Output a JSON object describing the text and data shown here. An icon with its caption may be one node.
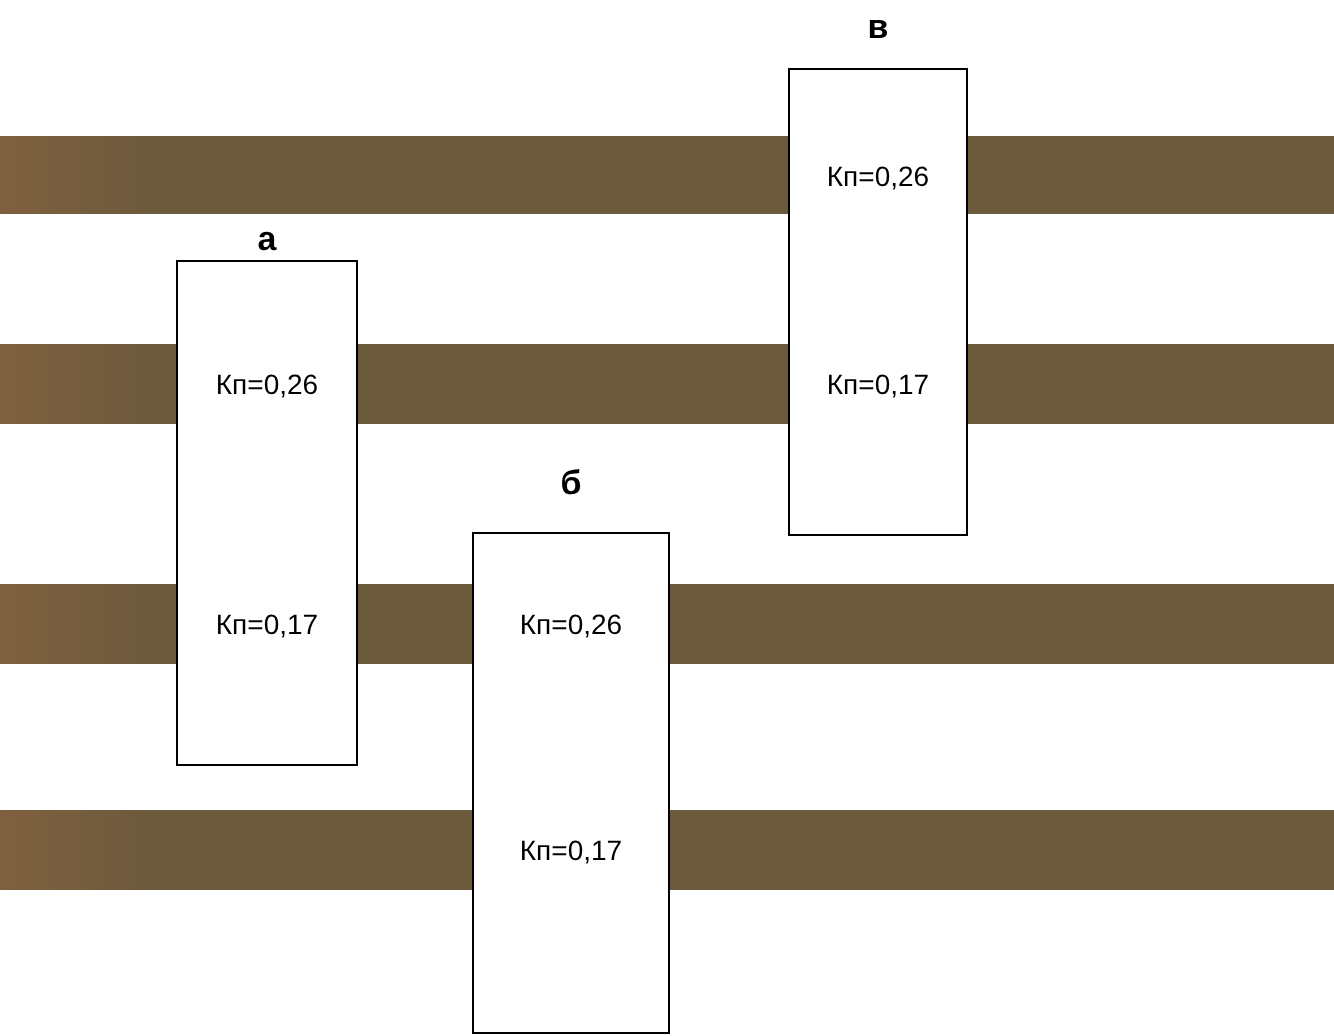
{
  "diagram": {
    "nodes": [
      {
        "text": [
          "а",
          "Кп=0,26",
          "Кп=0,17"
        ]
      },
      {
        "text": [
          "б",
          "Кп=0,26",
          "Кп=0,17"
        ]
      },
      {
        "text": [
          "в",
          "Кп=0,26",
          "Кп=0,17"
        ]
      }
    ]
  }
}
